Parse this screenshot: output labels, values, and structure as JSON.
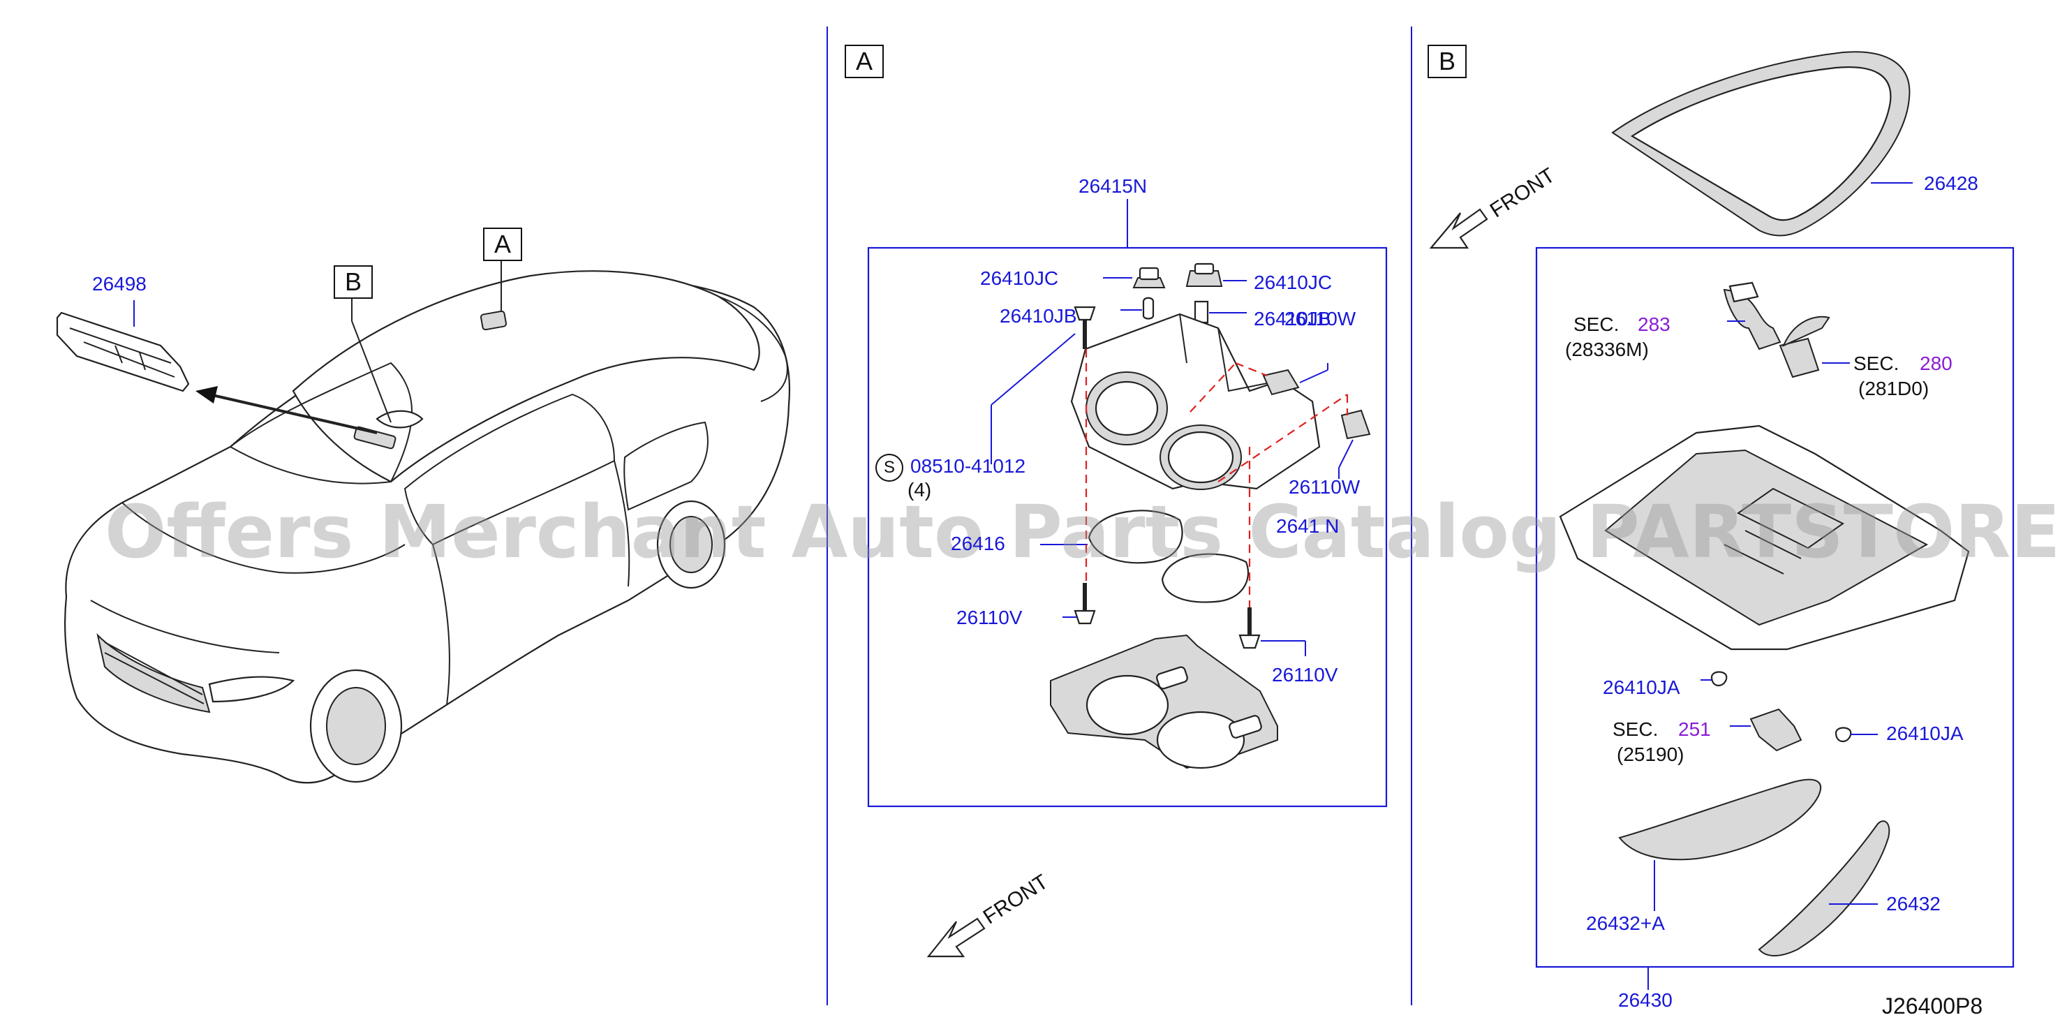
{
  "section_labels": {
    "a": "A",
    "b": "B"
  },
  "left_view": {
    "marker_a": "A",
    "marker_b": "B",
    "part_26498": "26498"
  },
  "panel_a": {
    "part_26415N": "26415N",
    "part_26410JC_left": "26410JC",
    "part_26410JC_right": "26410JC",
    "part_26410JB_left": "26410JB",
    "part_26410JB_right": "26410JB",
    "part_26110W_top": "26110W",
    "part_26110W_bottom": "26110W",
    "screw_symbol": "S",
    "screw_part": "08510-41012",
    "screw_qty": "(4)",
    "part_26416_partial": "26416",
    "part_2641N_partial": "2641 N",
    "part_26110V_left": "26110V",
    "part_26110V_right": "26110V",
    "front_label": "FRONT"
  },
  "panel_b": {
    "part_26428": "26428",
    "front_label": "FRONT",
    "sec283_prefix": "SEC.",
    "sec283_number": "283",
    "sec283_sub": "(28336M)",
    "sec280_prefix": "SEC.",
    "sec280_number": "280",
    "sec280_sub": "(281D0)",
    "part_26410JA_left": "26410JA",
    "part_26410JA_right": "26410JA",
    "sec251_prefix": "SEC.",
    "sec251_number": "251",
    "sec251_sub": "(25190)",
    "part_26432A": "26432+A",
    "part_26432": "26432",
    "part_26430": "26430"
  },
  "diagram_code": "J26400P8",
  "watermark": "Offers Merchant Auto Parts Catalog PARTSTORE.SA",
  "colors": {
    "callout_text": "#1818d8",
    "sec_number_text": "#8a1cd8",
    "leader_line": "#1818d8",
    "phantom_line": "#e02020",
    "line_art": "#222222",
    "watermark": "#969696"
  }
}
